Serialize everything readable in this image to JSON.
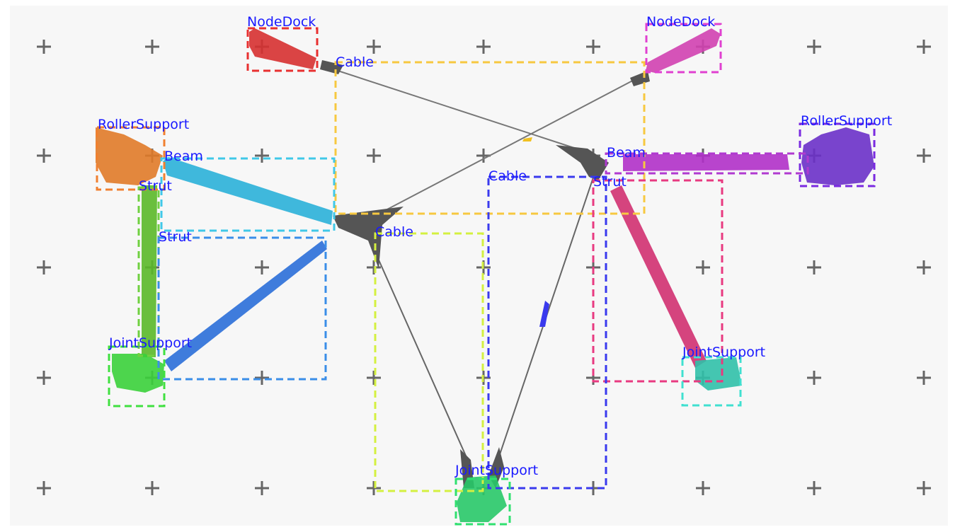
{
  "labels": {
    "nodedock_left": "NodeDock",
    "nodedock_right": "NodeDock",
    "cable_top": "Cable",
    "rollersupport_left": "RollerSupport",
    "rollersupport_right": "RollerSupport",
    "beam_left": "Beam",
    "beam_right": "Beam",
    "strut_vertical": "Strut",
    "strut_diagonal": "Strut",
    "strut_right": "Strut",
    "cable_right": "Cable",
    "cable_center": "Cable",
    "jointsupport_left": "JointSupport",
    "jointsupport_right": "JointSupport",
    "jointsupport_bottom": "JointSupport"
  },
  "colors": {
    "label_text": "#1a1aff",
    "nodedock_left": "#e83030",
    "nodedock_right": "#e040d0",
    "cable_top": "#f7c840",
    "rollersupport_left": "#f08030",
    "rollersupport_right": "#7a2ae0",
    "beam_left": "#40c8e8",
    "beam_right": "#b03ad0",
    "strut_vertical": "#70d040",
    "strut_diagonal": "#3a8ee8",
    "strut_right": "#e83a80",
    "cable_right": "#3a3aee",
    "cable_center": "#d4f040",
    "jointsupport_left": "#40e040",
    "jointsupport_right": "#40e0d0",
    "jointsupport_bottom": "#30e070"
  }
}
